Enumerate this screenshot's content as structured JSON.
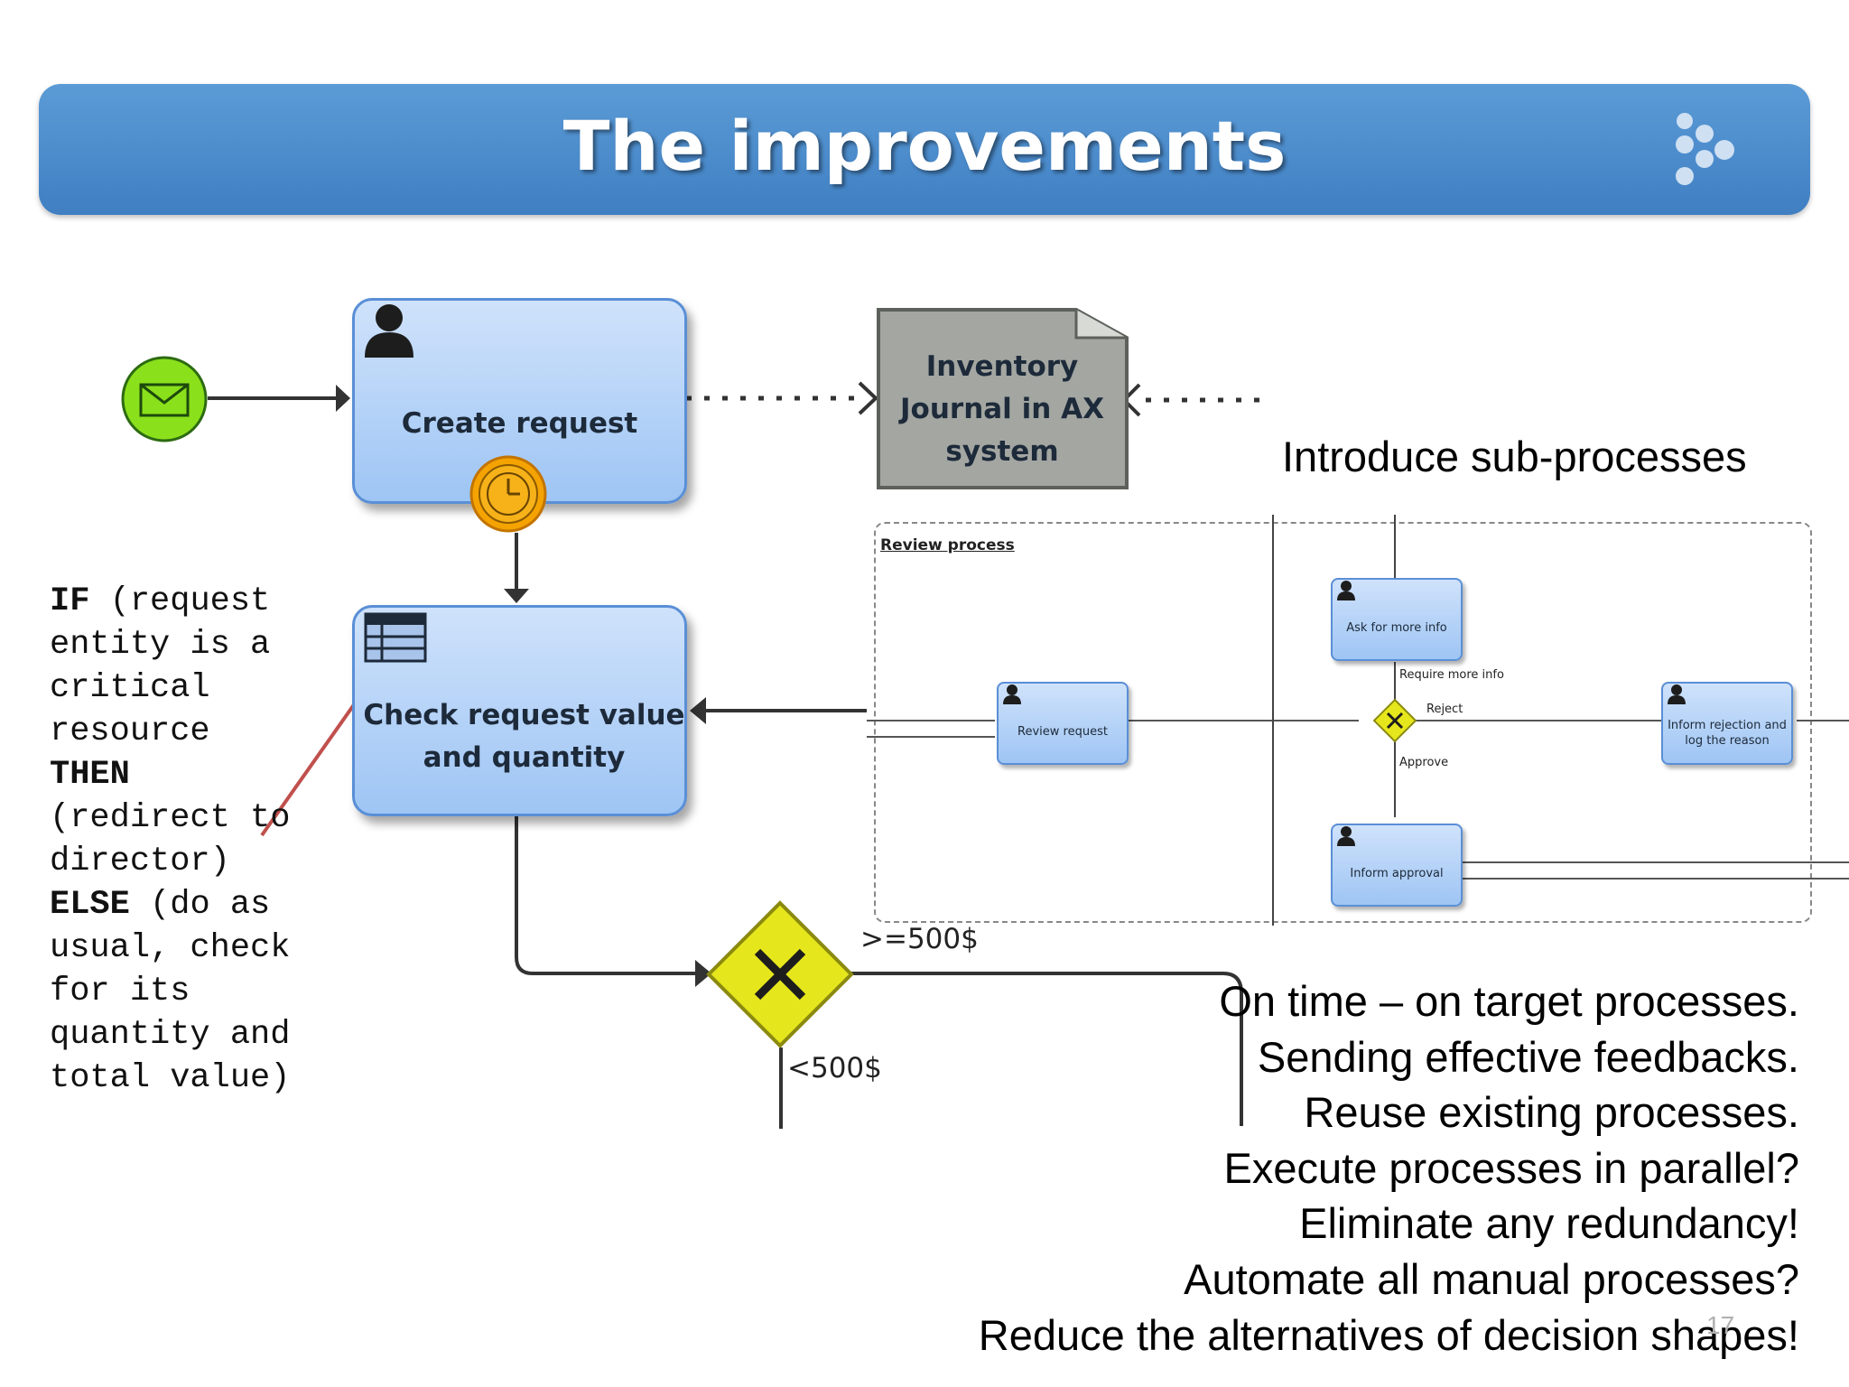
{
  "header": {
    "title": "The improvements"
  },
  "diagram": {
    "create_request": "Create request",
    "inventory_line1": "Inventory",
    "inventory_line2": "Journal in AX",
    "inventory_line3": "system",
    "check_line1": "Check request value",
    "check_line2": "and quantity",
    "branch_high": ">=500$",
    "branch_low": "<500$"
  },
  "rule": {
    "if_kw": "IF",
    "if_text": " (request entity is a critical resource",
    "then_kw": "THEN",
    "then_text": "(redirect to director)",
    "else_kw": "ELSE",
    "else_text": " (do as usual, check for its quantity and total value)"
  },
  "subprocess": {
    "heading": "Introduce sub-processes",
    "title": "Review process",
    "review_request": "Review request",
    "ask_more_info": "Ask for more info",
    "require_more_info": "Require more info",
    "reject": "Reject",
    "approve": "Approve",
    "inform_rejection_1": "Inform rejection and",
    "inform_rejection_2": "log the reason",
    "inform_approval": "Inform approval"
  },
  "notes": [
    "On time – on target processes.",
    "Sending effective feedbacks.",
    "Reuse existing processes.",
    "Execute processes in parallel?",
    "Eliminate any redundancy!",
    "Automate all manual processes?",
    "Reduce the alternatives of decision shapes!"
  ],
  "page_number": "17",
  "colors": {
    "header": "#4c8ccc",
    "task": "#9ec5f4",
    "gateway": "#e6e61c",
    "start_event": "#8be01c",
    "timer": "#f5a300",
    "arrow_annotation": "#c0504d"
  }
}
